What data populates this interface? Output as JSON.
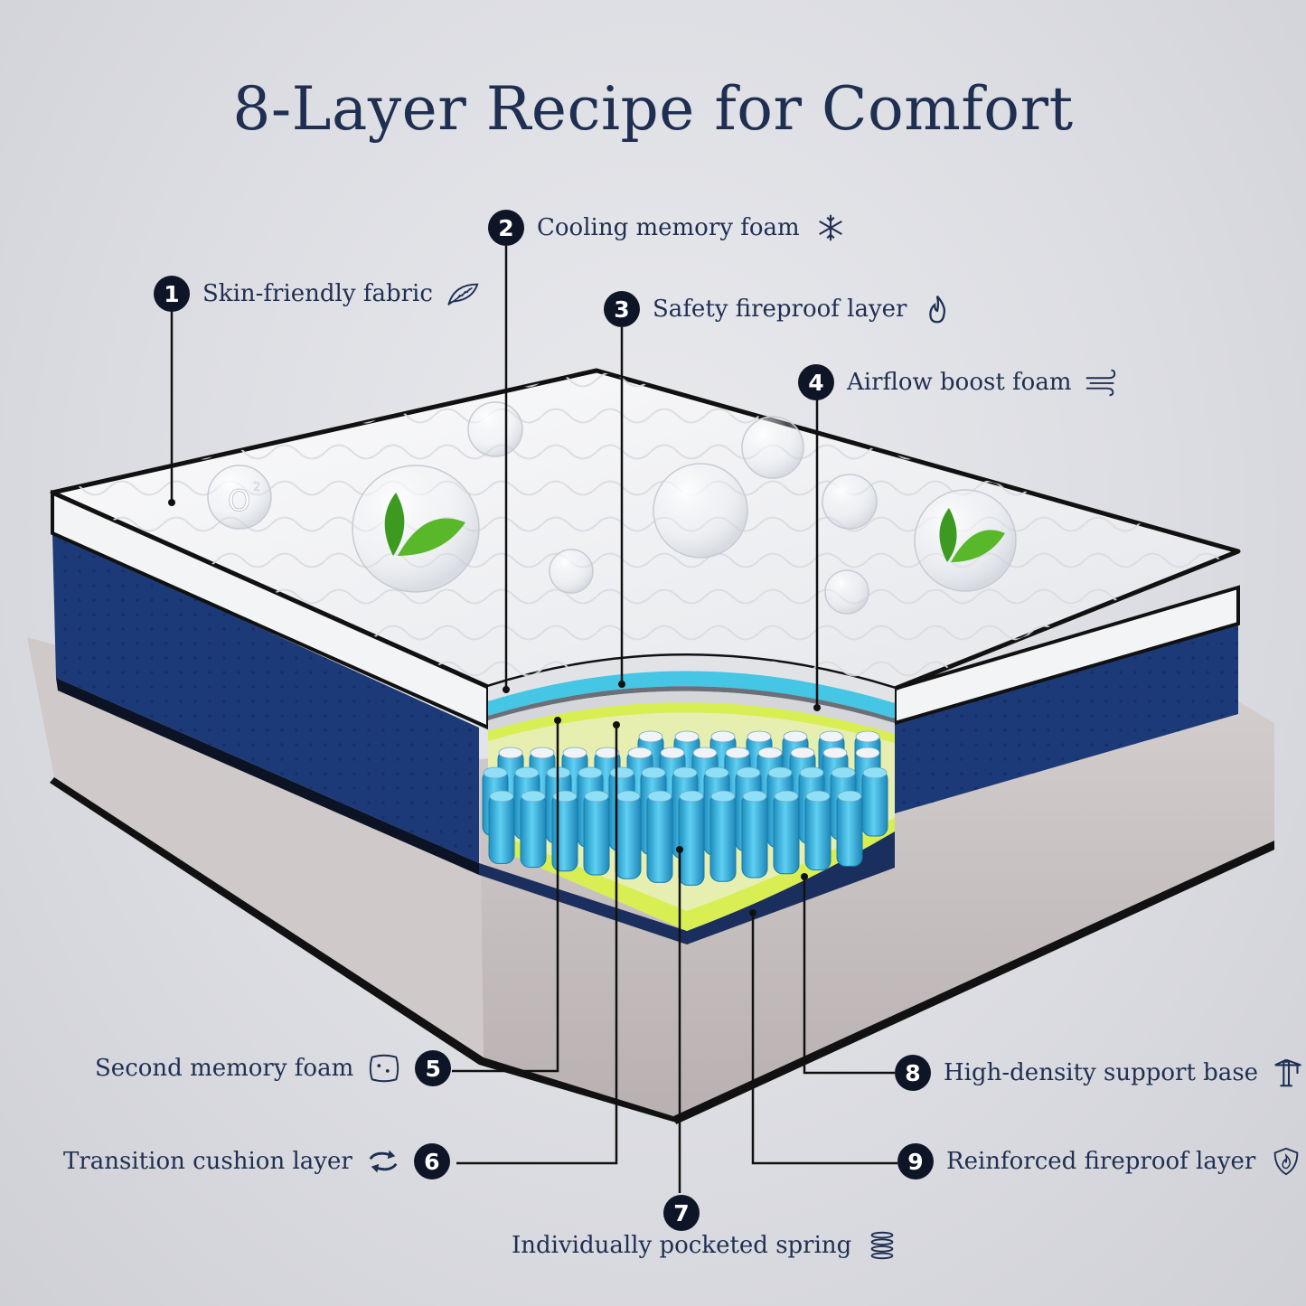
{
  "title": "8-Layer Recipe for Comfort",
  "colors": {
    "title": "#1f2f52",
    "badge": "#0e1526",
    "quilt": "#f1f2f4",
    "side_panel": "#1d3a78",
    "base": "#c8c2c2",
    "springs": "#34b6e0",
    "support_base": "#d9ee52",
    "cooling_foam": "#44c6e4"
  },
  "layers": [
    {
      "number": "1",
      "label": "Skin-friendly fabric",
      "icon": "feather-icon"
    },
    {
      "number": "2",
      "label": "Cooling memory foam",
      "icon": "snowflake-icon"
    },
    {
      "number": "3",
      "label": "Safety fireproof layer",
      "icon": "flame-icon"
    },
    {
      "number": "4",
      "label": "Airflow boost foam",
      "icon": "wind-icon"
    },
    {
      "number": "5",
      "label": "Second memory foam",
      "icon": "sponge-icon"
    },
    {
      "number": "6",
      "label": "Transition cushion layer",
      "icon": "cycle-arrows-icon"
    },
    {
      "number": "7",
      "label": "Individually pocketed spring",
      "icon": "coil-spring-icon"
    },
    {
      "number": "8",
      "label": "High-density support base",
      "icon": "crane-icon"
    },
    {
      "number": "9",
      "label": "Reinforced fireproof layer",
      "icon": "shield-flame-icon"
    }
  ],
  "o2_text": "O",
  "o2_sub": "2"
}
